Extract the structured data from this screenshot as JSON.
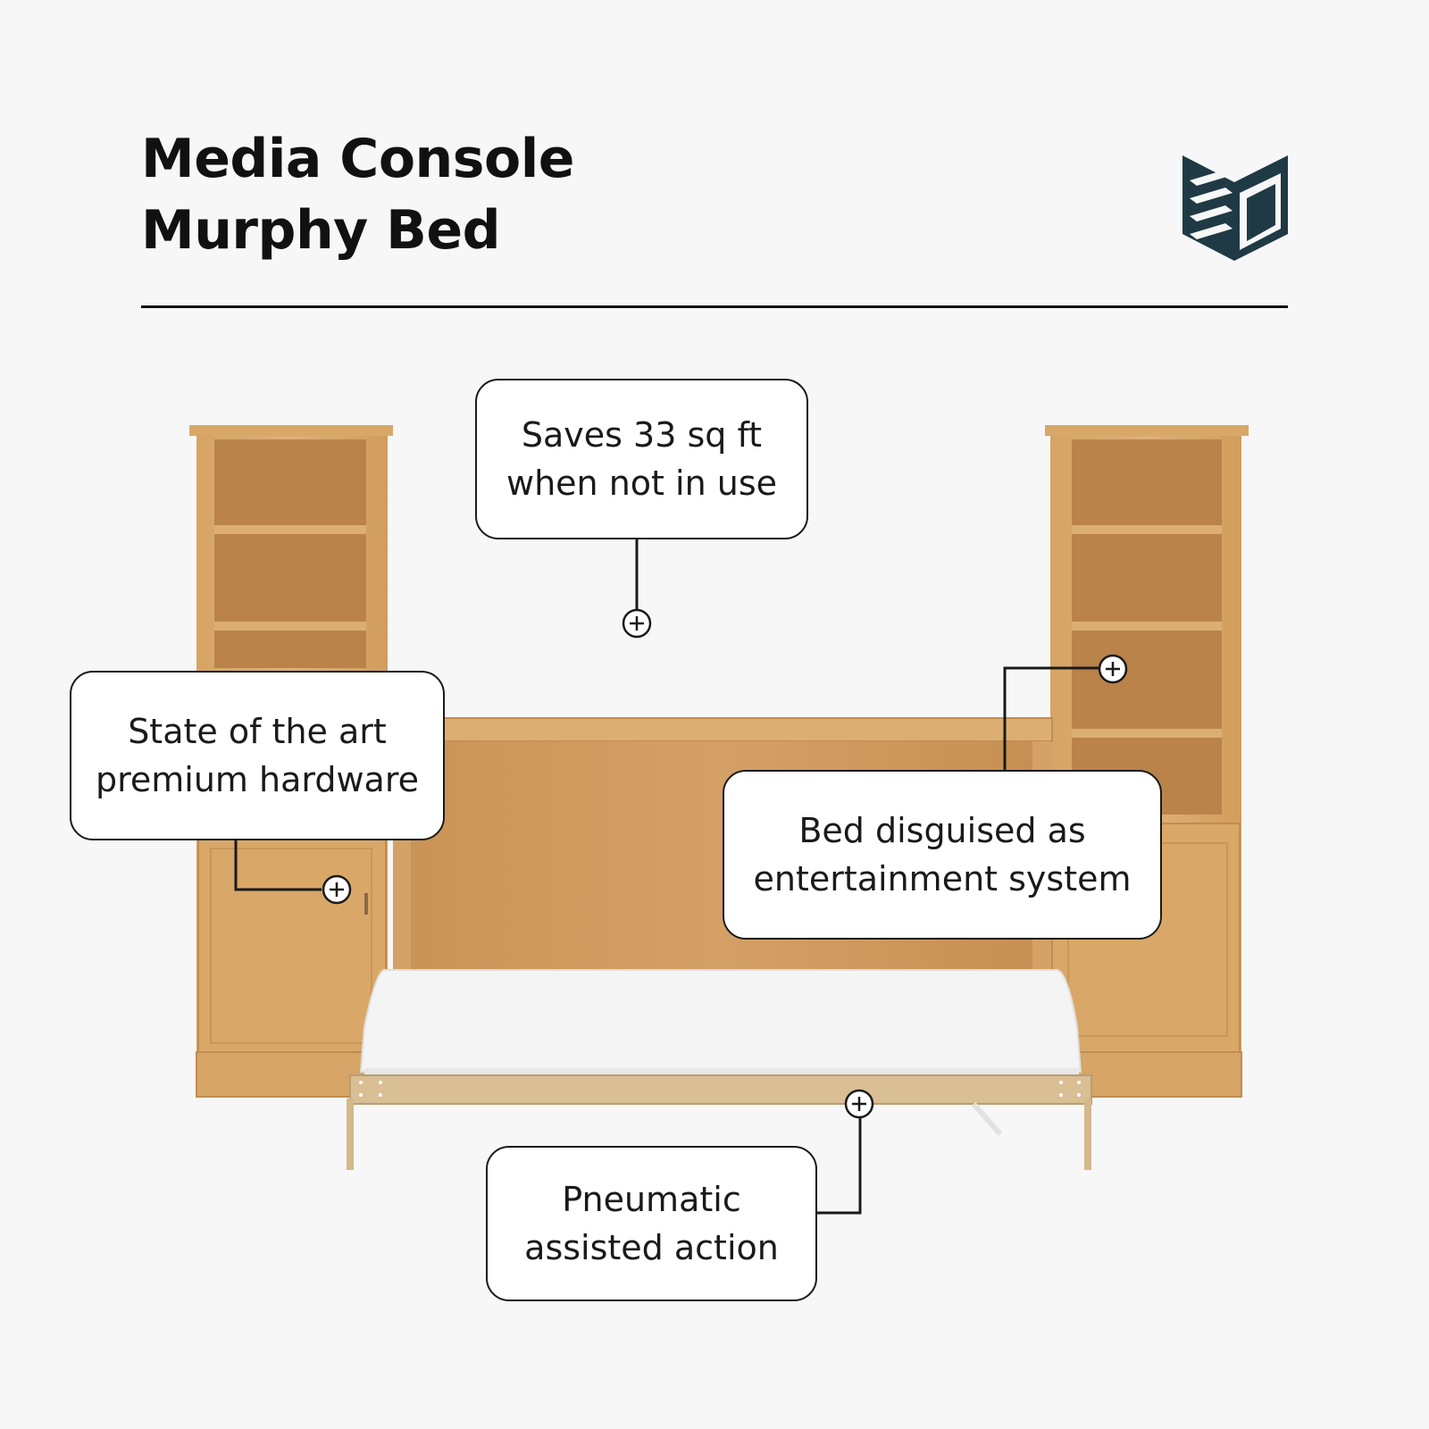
{
  "header": {
    "title_line1": "Media Console",
    "title_line2": "Murphy Bed",
    "logo_icon": "brand-logo-icon"
  },
  "colors": {
    "background": "#f7f7f7",
    "text": "#111111",
    "wood": "#d9a868",
    "wood_dark": "#b7844a",
    "logo": "#1f3a44",
    "mattress": "#f4f4f4"
  },
  "callouts": {
    "space": {
      "line1": "Saves 33 sq ft",
      "line2": "when not in use"
    },
    "hardware": {
      "line1": "State of the art",
      "line2": "premium hardware"
    },
    "disguise": {
      "line1": "Bed disguised as",
      "line2": "entertainment system"
    },
    "pneumatic": {
      "line1": "Pneumatic",
      "line2": "assisted action"
    }
  },
  "icons": {
    "marker": "plus-circle-icon"
  }
}
